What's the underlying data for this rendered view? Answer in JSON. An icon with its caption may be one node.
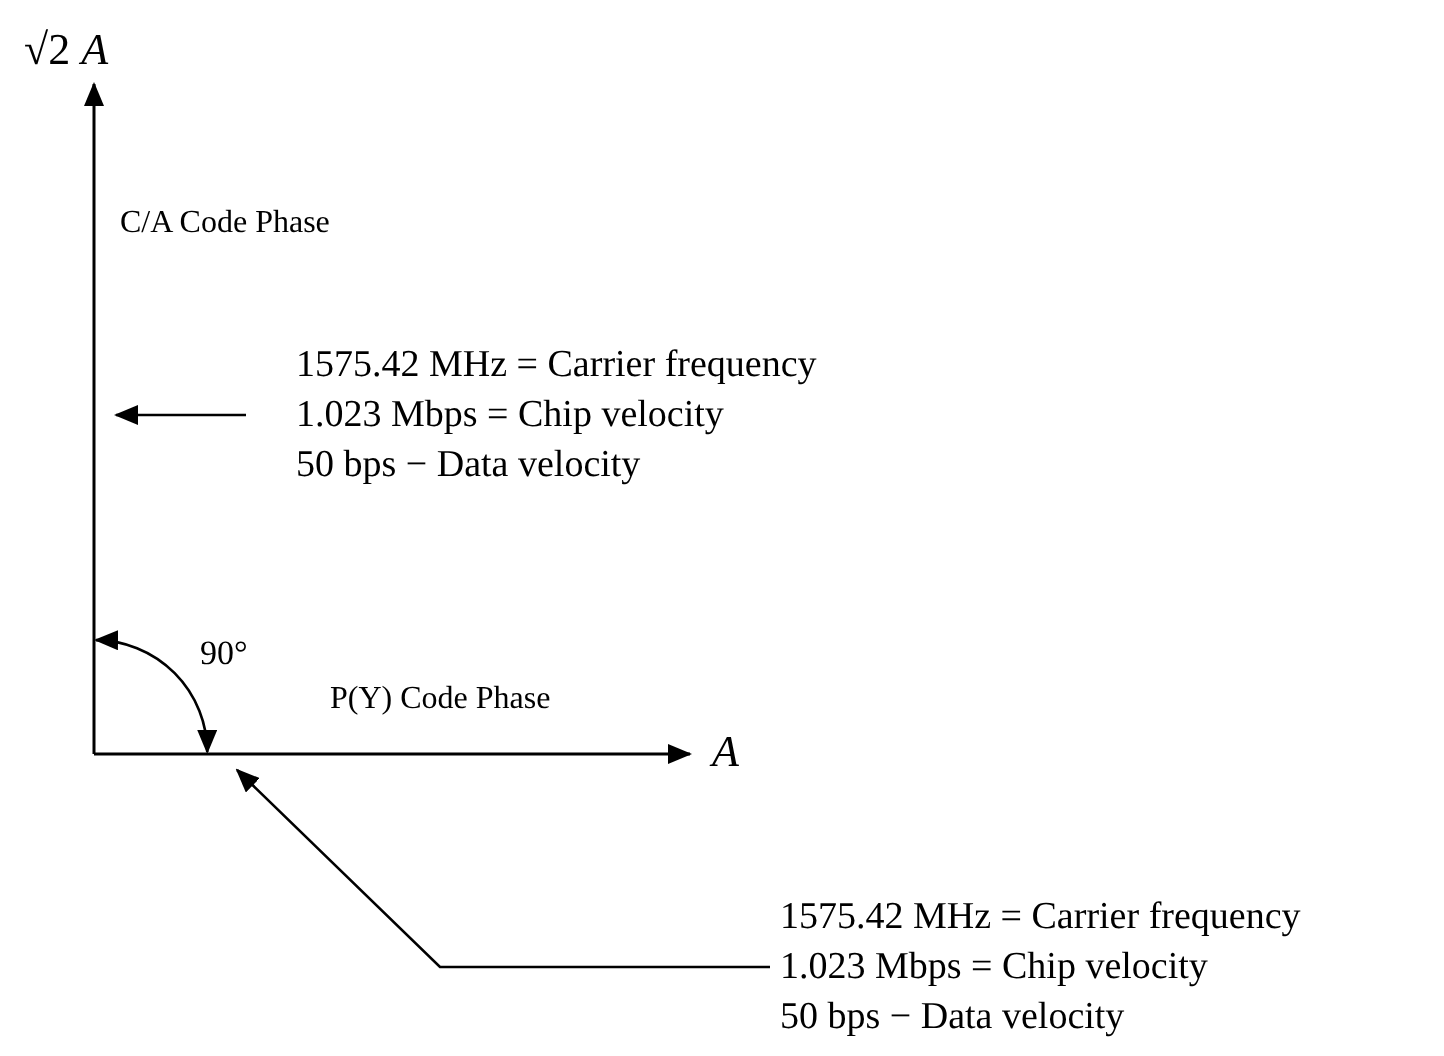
{
  "diagram": {
    "nodes": [
      {
        "text": [
          "1575.42 MHz = Carrier frequency",
          "1.023 Mbps = Chip velocity",
          "50 bps − Data velocity"
        ]
      },
      {
        "text": [
          "1575.42 MHz = Carrier frequency",
          "1.023 Mbps = Chip velocity",
          "50 bps − Data velocity"
        ]
      },
      {
        "text": [],
        "shape": "arrow",
        "beside": [
          "√2 *A*",
          "C/A Code Phase"
        ]
      },
      {
        "text": [],
        "shape": "arrow",
        "beside": [
          "P(Y) Code Phase",
          "A"
        ]
      }
    ],
    "edges": [
      {
        "from": 0,
        "to": 2,
        "arrow": "to"
      },
      {
        "from": 1,
        "to": 3,
        "arrow": "to"
      },
      {
        "from": 2,
        "to": 3,
        "arrow": "both",
        "label": "90°"
      }
    ]
  }
}
